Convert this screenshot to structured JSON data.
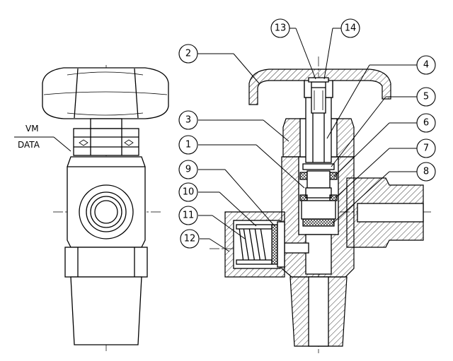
{
  "note": {
    "line1": "VM",
    "line2": "DATA"
  },
  "callouts": {
    "c1": "1",
    "c2": "2",
    "c3": "3",
    "c4": "4",
    "c5": "5",
    "c6": "6",
    "c7": "7",
    "c8": "8",
    "c9": "9",
    "c10": "10",
    "c11": "11",
    "c12": "12",
    "c13": "13",
    "c14": "14"
  }
}
